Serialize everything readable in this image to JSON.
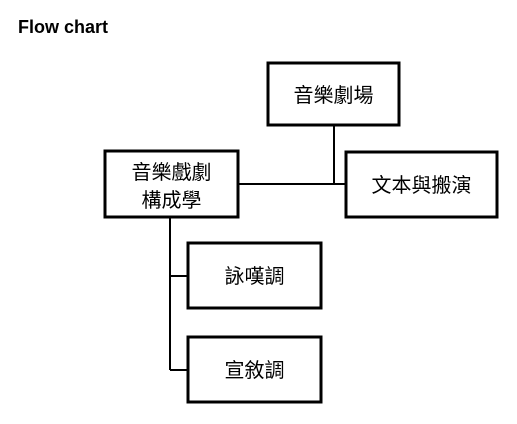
{
  "title": "Flow chart",
  "nodes": {
    "theater": "音樂劇場",
    "composition_line1": "音樂戲劇",
    "composition_line2": "構成學",
    "text_staging": "文本與搬演",
    "aria": "詠嘆調",
    "recitative": "宣敘調"
  },
  "colors": {
    "stroke": "#000000",
    "fill": "#ffffff",
    "text": "#000000"
  }
}
